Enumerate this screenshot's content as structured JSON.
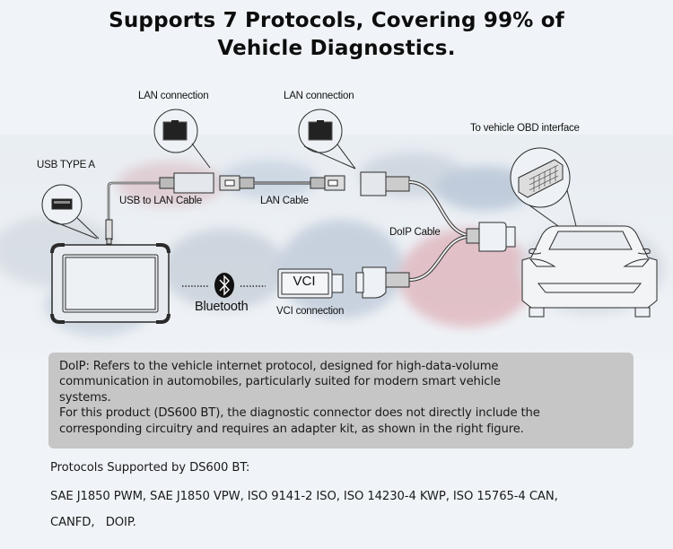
{
  "title": {
    "line1": "Supports 7 Protocols, Covering 99% of",
    "line2": "Vehicle Diagnostics."
  },
  "diagram": {
    "labels": {
      "usb_type_a": "USB TYPE A",
      "lan_connection_1": "LAN connection",
      "lan_connection_2": "LAN connection",
      "usb_to_lan_cable": "USB to LAN Cable",
      "lan_cable": "LAN Cable",
      "obd_interface": "To vehicle OBD interface",
      "doip_cable": "DoIP Cable",
      "bluetooth": "Bluetooth",
      "vci": "VCI",
      "vci_connection": "VCI connection"
    },
    "icons": [
      "usb-port-icon",
      "lan-port-icon",
      "obd-port-icon",
      "bluetooth-icon",
      "tablet-icon",
      "car-icon"
    ]
  },
  "info_box": {
    "line1": "DoIP: Refers to the vehicle internet protocol, designed for high-data-volume",
    "line2": "communication in automobiles, particularly suited for modern smart vehicle",
    "line3": "systems.",
    "line4": "For this product (DS600 BT), the diagnostic connector does not directly include the",
    "line5": "corresponding circuitry and requires an adapter kit, as shown in the right figure."
  },
  "protocols": {
    "heading": "Protocols Supported by DS600 BT:",
    "line1": "SAE J1850 PWM, SAE J1850 VPW, ISO 9141-2 ISO, ISO 14230-4 KWP, ISO 15765-4 CAN,",
    "line2": "CANFD,   DOIP."
  },
  "colors": {
    "background": "#f0f4f8",
    "info_box": "#c6c6c6",
    "text": "#111111"
  }
}
